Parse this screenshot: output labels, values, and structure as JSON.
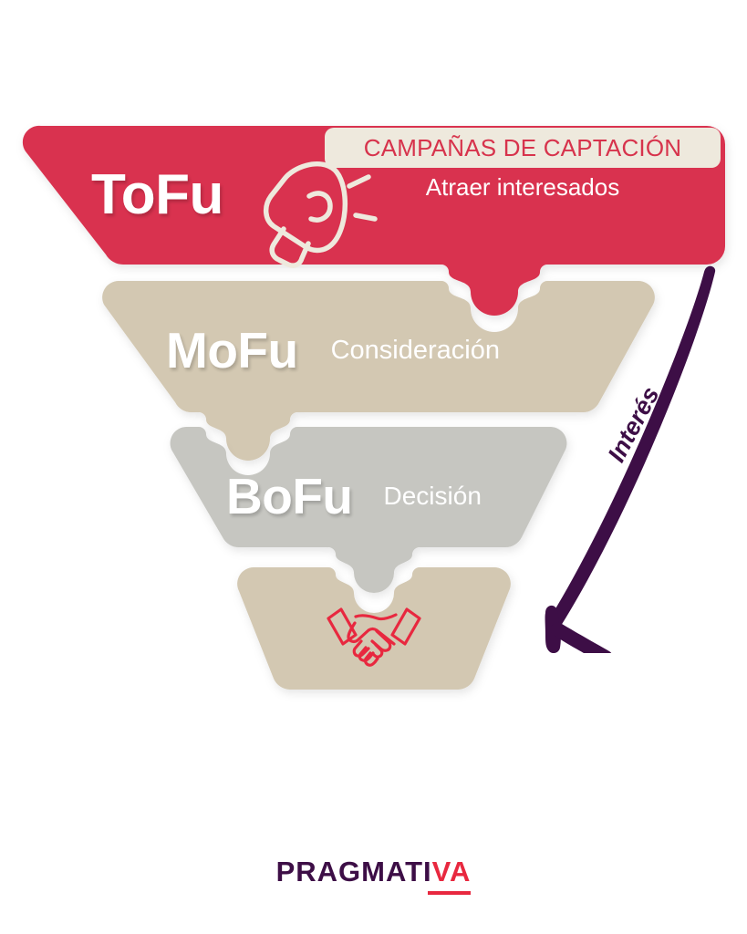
{
  "page": {
    "title": "Embudo de marketing TOFU MOFU BOFU",
    "background_color": "#FFFFFF"
  },
  "colors": {
    "tofu": "#D93350",
    "mofu": "#D3C8B2",
    "bofu": "#C6C6C1",
    "conversion": "#D3C8B2",
    "badge_background": "#EEE9DD",
    "badge_text": "#D7334C",
    "arrow": "#3D0E46",
    "icon_cream": "#EEE9DD",
    "icon_red": "#E8283F",
    "text_white": "#FFFFFF"
  },
  "funnel": {
    "layers": [
      {
        "id": "tofu",
        "code": "ToFu",
        "description": "Atraer interesados",
        "badge": "CAMPAÑAS DE CAPTACIÓN",
        "icon": "megaphone-icon",
        "color": "#D93350"
      },
      {
        "id": "mofu",
        "code": "MoFu",
        "description": "Consideración",
        "badge": "",
        "icon": "",
        "color": "#D3C8B2"
      },
      {
        "id": "bofu",
        "code": "BoFu",
        "description": "Decisión",
        "badge": "",
        "icon": "",
        "color": "#C6C6C1"
      },
      {
        "id": "conversion",
        "code": "",
        "description": "",
        "badge": "",
        "icon": "handshake-icon",
        "color": "#D3C8B2"
      }
    ]
  },
  "annotation": {
    "arrow_label": "Interés",
    "arrow_icon": "down-left-arrow-icon",
    "arrow_color": "#3D0E46"
  },
  "logo": {
    "primary_text": "PRAGMATI",
    "accent_text": "VA",
    "primary_color": "#3D0E46",
    "accent_color": "#E8283F"
  }
}
